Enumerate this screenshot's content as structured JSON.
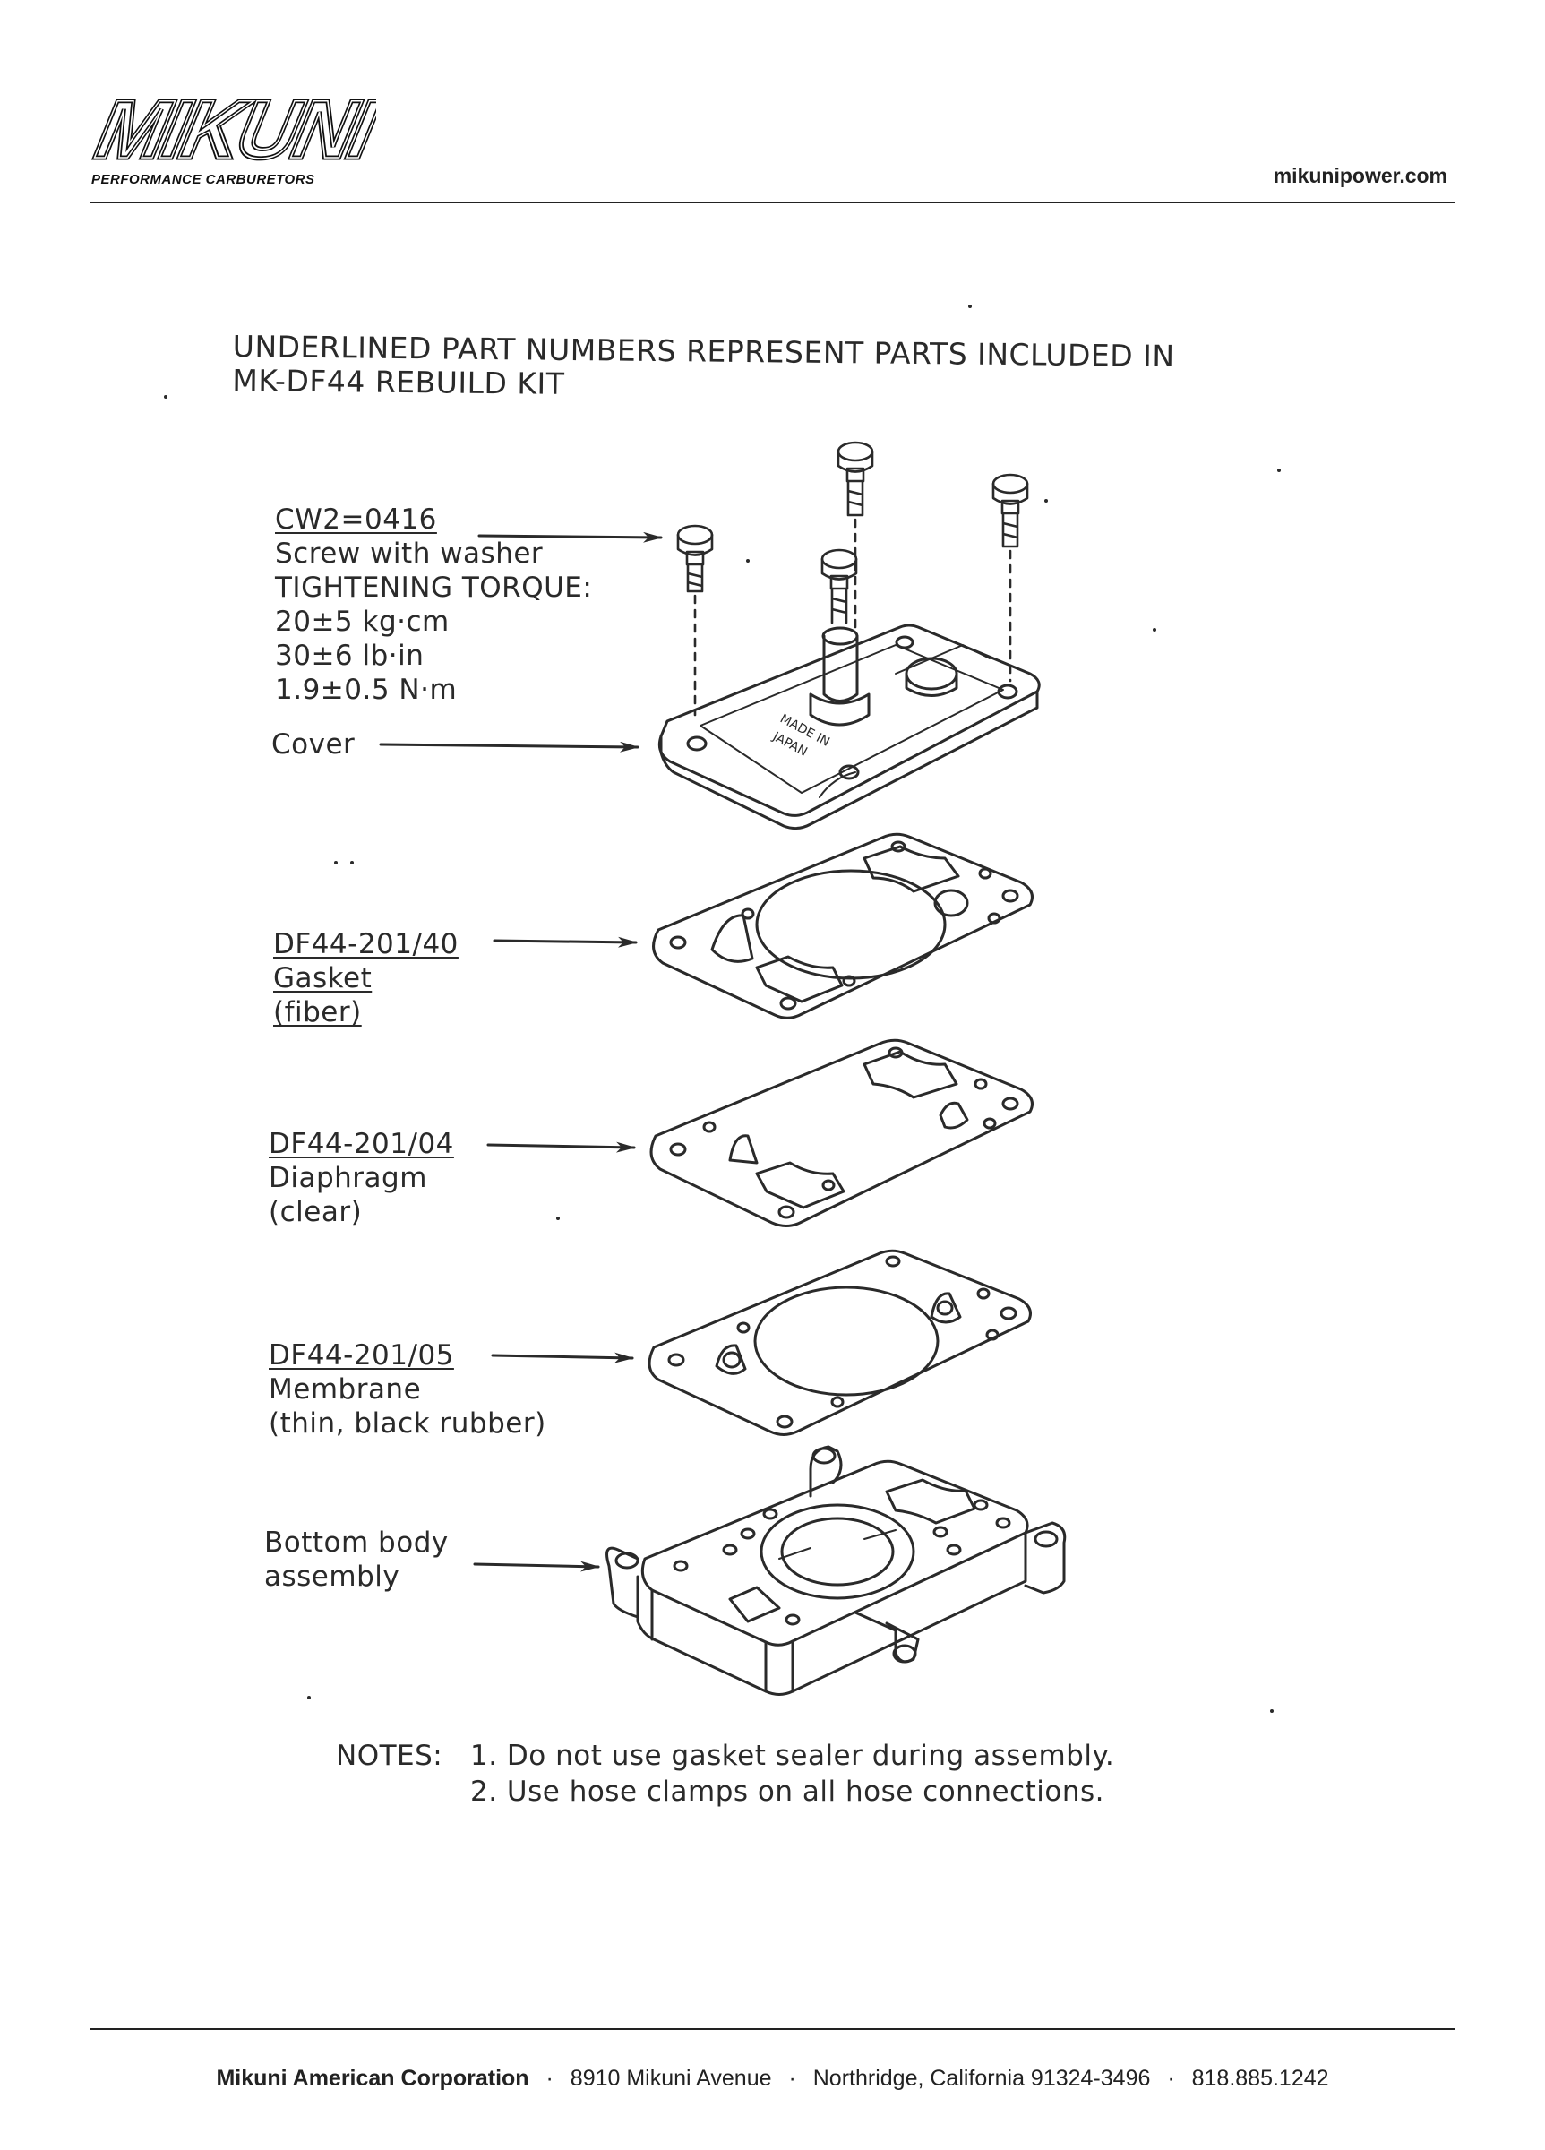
{
  "header": {
    "logo_text": "MIKUNI",
    "tagline": "PERFORMANCE CARBURETORS",
    "website": "mikunipower.com"
  },
  "intro": {
    "line1": "UNDERLINED PART NUMBERS REPRESENT PARTS INCLUDED IN",
    "line2": "MK-DF44 REBUILD KIT"
  },
  "parts": {
    "screw": {
      "part_number": "CW2=0416",
      "name": "Screw with washer",
      "torque_heading": "TIGHTENING TORQUE:",
      "torque_kgcm": "20±5 kg·cm",
      "torque_lbin": "30±6 lb·in",
      "torque_nm": "1.9±0.5 N·m"
    },
    "cover": {
      "name": "Cover",
      "stamp_line1": "MADE IN",
      "stamp_line2": "JAPAN"
    },
    "gasket": {
      "part_number": "DF44-201/40",
      "name": "Gasket",
      "detail": "(fiber)"
    },
    "diaphragm": {
      "part_number": "DF44-201/04",
      "name": "Diaphragm",
      "detail": "(clear)"
    },
    "membrane": {
      "part_number": "DF44-201/05",
      "name": "Membrane",
      "detail": "(thin, black rubber)"
    },
    "body": {
      "name_line1": "Bottom body",
      "name_line2": "assembly"
    }
  },
  "notes": {
    "heading": "NOTES:",
    "note1": "1. Do not use gasket sealer during assembly.",
    "note2": "2. Use hose clamps on  all hose connections."
  },
  "footer": {
    "company": "Mikuni American Corporation",
    "separator": "·",
    "address": "8910 Mikuni Avenue",
    "city": "Northridge, California 91324-3496",
    "phone": "818.885.1242"
  }
}
